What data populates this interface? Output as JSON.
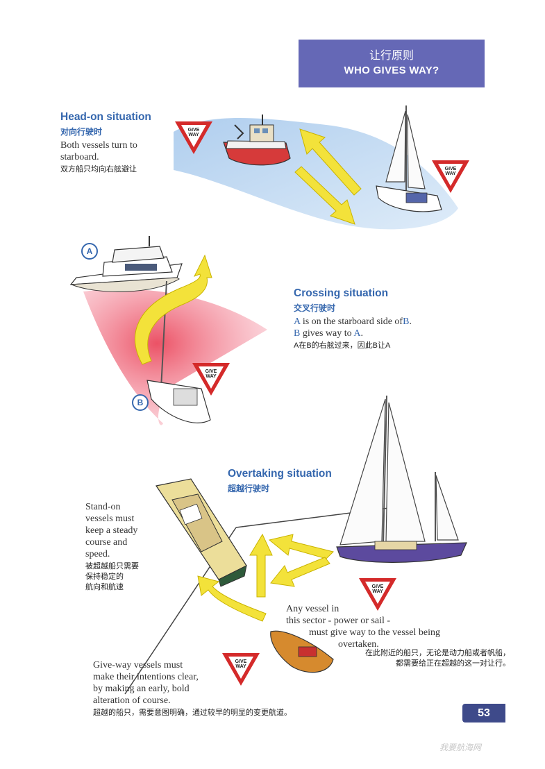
{
  "header": {
    "title_cn": "让行原则",
    "title_en": "WHO GIVES WAY?"
  },
  "head_on": {
    "title": "Head-on situation",
    "title_cn": "对向行驶时",
    "body_en_1": "Both vessels turn to",
    "body_en_2": "starboard.",
    "body_cn": "双方船只均向右舷避让"
  },
  "crossing": {
    "title": "Crossing situation",
    "title_cn": "交叉行驶时",
    "line1_a": "A",
    "line1_mid": " is on the starboard side of",
    "line1_b": "B",
    "line1_end": ".",
    "line2_b": "B",
    "line2_mid": " gives way to ",
    "line2_a": "A",
    "line2_end": ".",
    "body_cn": "A在B的右舷过来，因此B让A",
    "label_a": "A",
    "label_b": "B"
  },
  "overtaking": {
    "title": "Overtaking situation",
    "title_cn": "超越行驶时",
    "stand_on_en": [
      "Stand-on",
      "vessels must",
      "keep a steady",
      "course and",
      "speed."
    ],
    "stand_on_cn": [
      "被超越船只需要",
      "保持稳定的",
      "航向和航速"
    ],
    "sector_en": [
      "Any vessel in",
      "this sector - power or sail -",
      "must give way to the vessel being",
      "overtaken."
    ],
    "sector_cn": [
      "在此附近的船只，无论是动力船或者帆船，",
      "都需要给正在超越的这一对让行。"
    ],
    "give_way_en": [
      "Give-way vessels must",
      "make their intentions clear,",
      "by making an early, bold",
      "alteration of course."
    ],
    "give_way_cn": "超越的船只，需要意图明确，通过较早的明显的变更航道。"
  },
  "sign_text": [
    "GIVE",
    "WAY"
  ],
  "page_number": "53",
  "watermark": "我要航海网",
  "colors": {
    "header_bg": "#6568b6",
    "title_blue": "#3567ae",
    "sign_red": "#d42a2a",
    "arrow_yellow": "#f3e23a",
    "sea_blue": "#aac8e8",
    "sector_red": "#e8334a",
    "page_badge": "#3e4a8a"
  }
}
